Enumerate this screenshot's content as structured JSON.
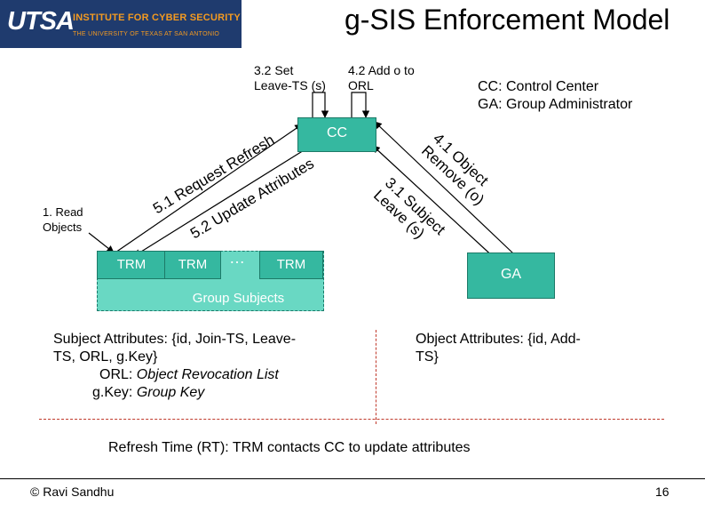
{
  "logo": {
    "brand": "UTSA",
    "institute": "INSTITUTE FOR CYBER SECURITY",
    "university": "THE UNIVERSITY OF TEXAS AT SAN ANTONIO"
  },
  "title": "g-SIS Enforcement Model",
  "labels": {
    "set_leave_ts": [
      "3.2 Set",
      "Leave-TS (s)"
    ],
    "add_o_orl": [
      "4.2 Add o to",
      "ORL"
    ],
    "legend": [
      "CC: Control Center",
      "GA: Group Administrator"
    ],
    "read_objects": [
      "1. Read",
      "Objects"
    ],
    "request_refresh": "5.1 Request Refresh",
    "update_attributes": "5.2 Update Attributes",
    "remove_object": [
      "4.1 Object",
      "Remove (o)"
    ],
    "leave_subject": [
      "3.1 Subject",
      "Leave (s)"
    ]
  },
  "nodes": {
    "cc": "CC",
    "ga": "GA",
    "trm1": "TRM",
    "trm2": "TRM",
    "ellipsis": "…",
    "trm3": "TRM",
    "group_subjects": "Group Subjects"
  },
  "attributes": {
    "subject_line1": "Subject Attributes: {id, Join-TS, Leave-",
    "subject_line2": "TS, ORL, g.Key}",
    "orl_term": "ORL: ",
    "orl_def": "Object Revocation List",
    "gkey_term": "g.Key: ",
    "gkey_def": "Group Key",
    "object_line1": "Object Attributes: {id, Add-",
    "object_line2": "TS}"
  },
  "refresh_note": "Refresh Time (RT): TRM contacts CC to update attributes",
  "footer": {
    "author": "© Ravi  Sandhu",
    "page": "16"
  },
  "colors": {
    "box_fill": "#35b8a0",
    "group_fill": "#69d8c3",
    "logo_bg": "#1f3b6e",
    "logo_text": "#f39a21",
    "dash": "#c0392b"
  }
}
